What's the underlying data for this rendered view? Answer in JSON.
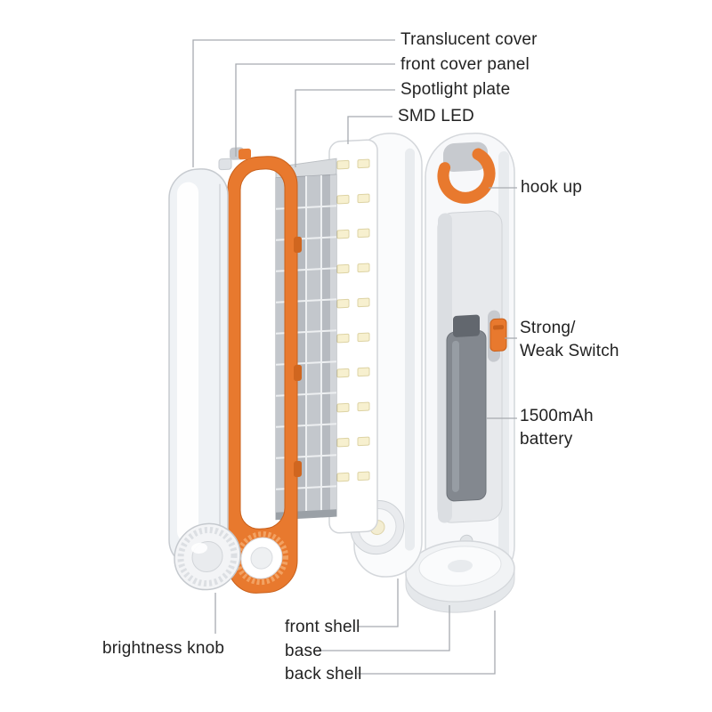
{
  "labels": {
    "translucent_cover": "Translucent cover",
    "front_cover_panel": "front cover panel",
    "spotlight_plate": "Spotlight plate",
    "smd_led": "SMD LED",
    "hook_up": "hook up",
    "strong_weak_switch": [
      "Strong/",
      "Weak Switch"
    ],
    "battery": [
      "1500mAh",
      "battery"
    ],
    "brightness_knob": "brightness knob",
    "front_shell": "front shell",
    "base": "base",
    "back_shell": "back shell"
  },
  "colors": {
    "accent_orange": "#E8792E",
    "accent_orange_dark": "#C9611C",
    "battery_gray": "#83888F",
    "shell_white": "#FAFBFC",
    "reflector_gray": "#B6BAC0",
    "leader_line_gray": "#A7ABB0",
    "label_text": "#222222",
    "background": "#FFFFFF"
  }
}
